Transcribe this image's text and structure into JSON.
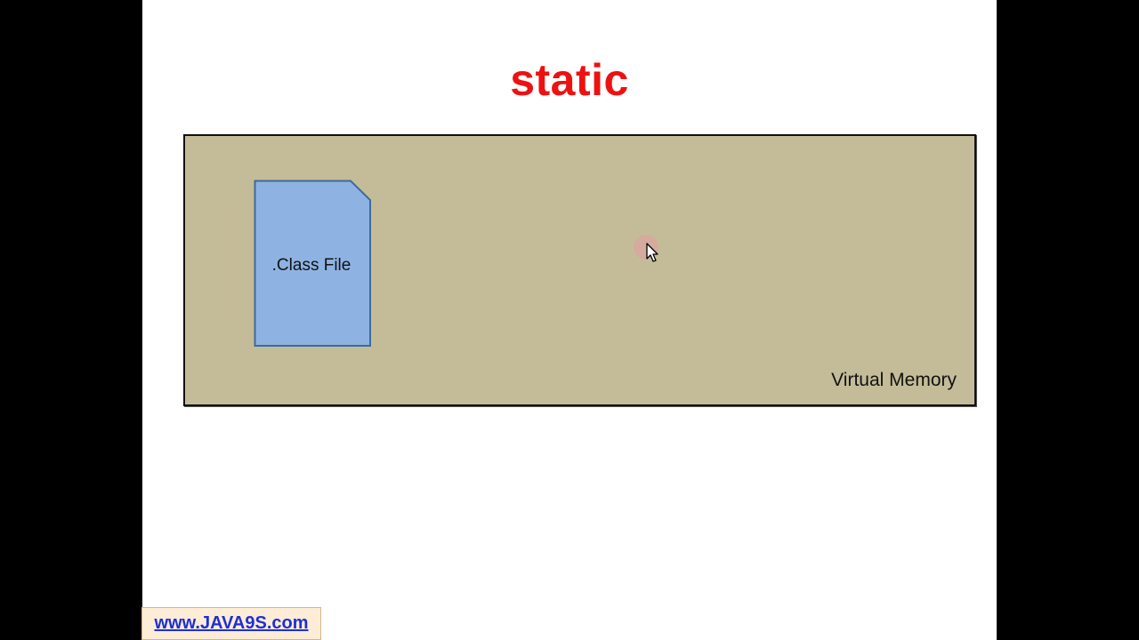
{
  "slide": {
    "title": "static",
    "title_color": "#ee1111"
  },
  "diagram": {
    "memory_label": "Virtual Memory",
    "memory_fill": "#c4bc98",
    "class_file_label": ".Class File",
    "class_file_fill": "#8eb3e3",
    "class_file_stroke": "#3f6a9a"
  },
  "cursor": {
    "icon": "mouse-pointer-icon",
    "highlight_color": "#d9a5a0"
  },
  "watermark": {
    "link_text": "www.JAVA9S.com",
    "link_color": "#1d2fd6",
    "background": "#fdecd6"
  }
}
